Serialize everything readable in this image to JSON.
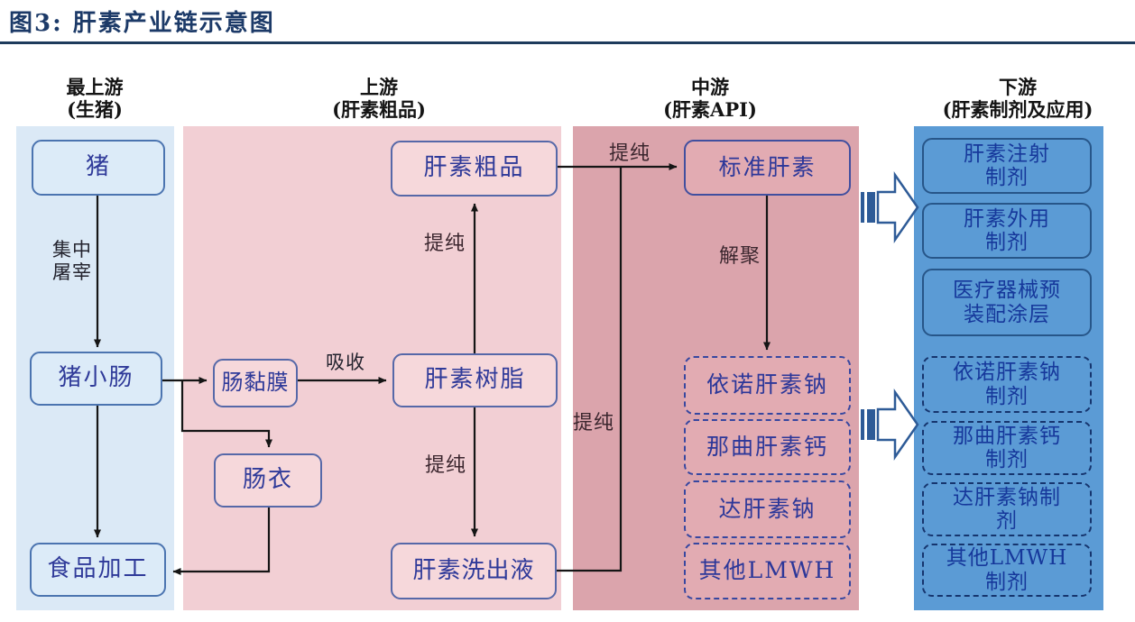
{
  "title": "图3:  肝素产业链示意图",
  "headers": {
    "upstream_most": {
      "line1": "最上游",
      "line2": "(生猪)"
    },
    "upstream": {
      "line1": "上游",
      "line2": "(肝素粗品)"
    },
    "midstream": {
      "line1": "中游",
      "line2": "(肝素API)"
    },
    "downstream": {
      "line1": "下游",
      "line2": "(肝素制剂及应用)"
    }
  },
  "nodes": {
    "pig": "猪",
    "pig_small_intestine": "猪小肠",
    "food_processing": "食品加工",
    "intestinal_mucosa": "肠黏膜",
    "casing": "肠衣",
    "heparin_crude": "肝素粗品",
    "heparin_resin": "肝素树脂",
    "heparin_eluate": "肝素洗出液",
    "standard_heparin": "标准肝素",
    "enoxaparin": "依诺肝素钠",
    "nadroparin": "那曲肝素钙",
    "dalteparin": "达肝素钠",
    "other_lmwh": "其他LMWH",
    "heparin_injection": {
      "line1": "肝素注射",
      "line2": "制剂"
    },
    "heparin_topical": {
      "line1": "肝素外用",
      "line2": "制剂"
    },
    "device_coating": {
      "line1": "医疗器械预",
      "line2": "装配涂层"
    },
    "enoxaparin_formulation": {
      "line1": "依诺肝素钠",
      "line2": "制剂"
    },
    "nadroparin_formulation": {
      "line1": "那曲肝素钙",
      "line2": "制剂"
    },
    "dalteparin_formulation": {
      "line1": "达肝素钠制",
      "line2": "剂"
    },
    "other_lmwh_formulation": {
      "line1": "其他LMWH",
      "line2": "制剂"
    }
  },
  "edge_labels": {
    "slaughter": {
      "line1": "集中",
      "line2": "屠宰"
    },
    "absorption": "吸收",
    "purification": "提纯",
    "depolymerization": "解聚"
  },
  "colors": {
    "title": "#1c3a68",
    "panel_upstream_most": "#dbe9f6",
    "panel_upstream": "#f2cfd4",
    "panel_midstream": "#dba4ac",
    "panel_downstream": "#5b9bd5",
    "box_fill_upstream_most": "#dcebf8",
    "box_fill_upstream": "#f6d8db",
    "box_fill_midstream": "#e2abb2",
    "box_text_indigo": "#2f3a99",
    "box_text_downstream": "#16389b",
    "connector": "#151515",
    "big_arrow_outline": "#2e5b97"
  }
}
